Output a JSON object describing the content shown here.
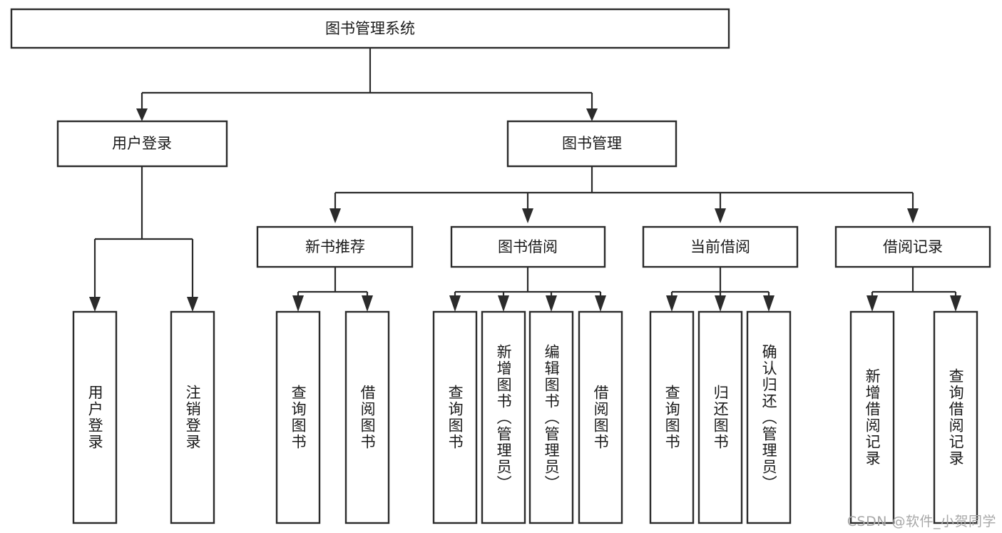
{
  "diagram": {
    "type": "tree-hierarchy",
    "title": "图书管理系统",
    "orientation": "top-down",
    "colors": {
      "box_stroke": "#2b2b2b",
      "box_fill": "#ffffff",
      "connector": "#2b2b2b",
      "text": "#1a1a1a",
      "watermark": "#a8a8a8",
      "background": "#ffffff"
    }
  },
  "root": {
    "label": "图书管理系统"
  },
  "level2": [
    {
      "label": "用户登录"
    },
    {
      "label": "图书管理"
    }
  ],
  "level3": [
    {
      "label": "新书推荐"
    },
    {
      "label": "图书借阅"
    },
    {
      "label": "当前借阅"
    },
    {
      "label": "借阅记录"
    }
  ],
  "leaves": {
    "user_login": [
      {
        "label": "用户登录"
      },
      {
        "label": "注销登录"
      }
    ],
    "new_book": [
      {
        "label": "查询图书"
      },
      {
        "label": "借阅图书"
      }
    ],
    "book_borrow": [
      {
        "label": "查询图书"
      },
      {
        "label": "新增图书（管理员）"
      },
      {
        "label": "编辑图书（管理员）"
      },
      {
        "label": "借阅图书"
      }
    ],
    "current_borrow": [
      {
        "label": "查询图书"
      },
      {
        "label": "归还图书"
      },
      {
        "label": "确认归还（管理员）"
      }
    ],
    "borrow_record": [
      {
        "label": "新增借阅记录"
      },
      {
        "label": "查询借阅记录"
      }
    ]
  },
  "watermark": {
    "text": "CSDN @软件_小贺同学"
  }
}
